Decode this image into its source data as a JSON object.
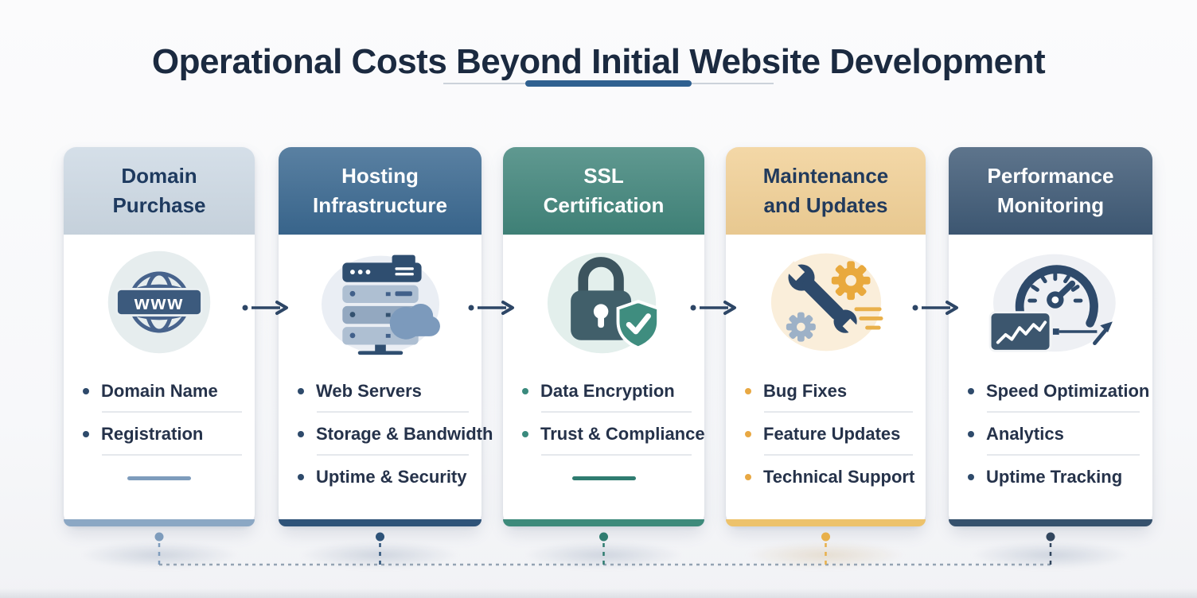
{
  "title": "Operational Costs Beyond Initial Website Development",
  "accent_divider_color": "#2f6090",
  "connector": {
    "line_color": "#94a3b3",
    "arrow_color": "#2d4666"
  },
  "cards": [
    {
      "title": "Domain Purchase",
      "icon": "globe-www-icon",
      "icon_label": "www",
      "items": [
        "Domain Name",
        "Registration"
      ],
      "colors": {
        "header_bg": "#cdd9e4",
        "header_text": "#1e3a5f",
        "bullet": "#2e4a6b",
        "accent": "#7e9cbc",
        "bottom": "#8ba7c4",
        "icon_bg": "#e6edee"
      }
    },
    {
      "title": "Hosting Infrastructure",
      "icon": "server-cloud-icon",
      "items": [
        "Web Servers",
        "Storage & Bandwidth",
        "Uptime & Security"
      ],
      "colors": {
        "header_bg": "#3a6890",
        "header_text": "#ffffff",
        "bullet": "#2e4a6b",
        "accent": "#2e5379",
        "bottom": "#2e5379",
        "icon_bg": "#eaeef4"
      }
    },
    {
      "title": "SSL Certification",
      "icon": "lock-shield-icon",
      "items": [
        "Data Encryption",
        "Trust & Compliance"
      ],
      "colors": {
        "header_bg": "#41857b",
        "header_text": "#ffffff",
        "bullet": "#3a8a7d",
        "accent": "#2f7c70",
        "bottom": "#3d8a7b",
        "icon_bg": "#e3efec"
      }
    },
    {
      "title": "Maintenance and Updates",
      "icon": "wrench-gears-icon",
      "items": [
        "Bug Fixes",
        "Feature Updates",
        "Technical Support"
      ],
      "colors": {
        "header_bg": "#f1d096",
        "header_text": "#213a5c",
        "bullet": "#e8a843",
        "accent": "#e8b04a",
        "bottom": "#edc26b",
        "icon_bg": "#faeeda"
      }
    },
    {
      "title": "Performance Monitoring",
      "icon": "gauge-analytics-icon",
      "items": [
        "Speed Optimization",
        "Analytics",
        "Uptime Tracking"
      ],
      "colors": {
        "header_bg": "#3f5a76",
        "header_text": "#ffffff",
        "bullet": "#2e4a6b",
        "accent": "#32465e",
        "bottom": "#35516d",
        "icon_bg": "#eef0f4"
      }
    }
  ]
}
